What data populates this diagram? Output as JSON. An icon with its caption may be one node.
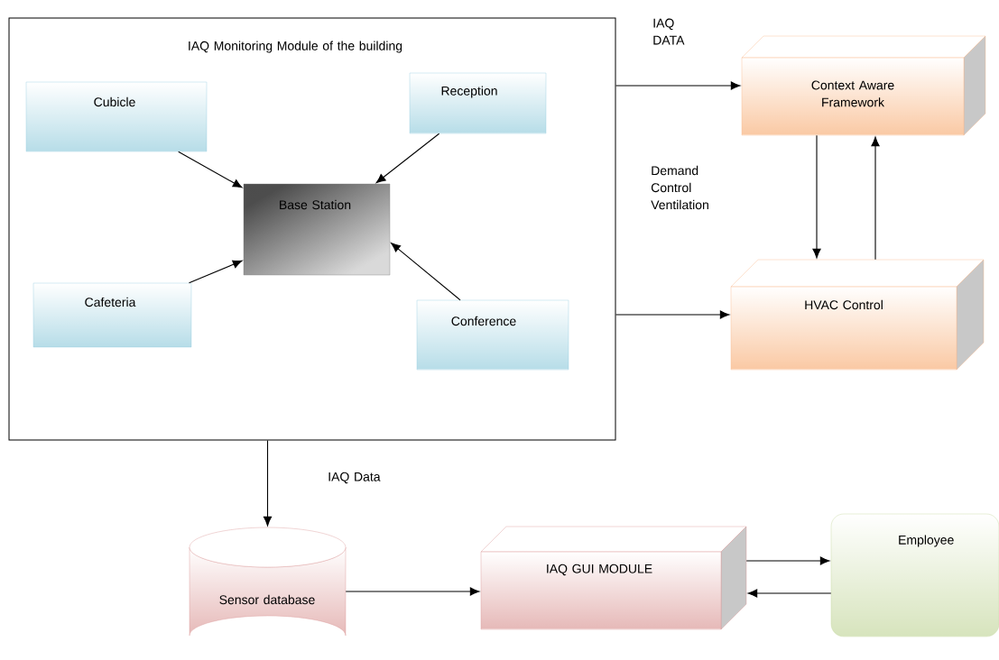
{
  "diagram": {
    "nodes": [
      {
        "text": [
          "IAQ Monitoring Module of the building"
        ]
      },
      {
        "text": [
          "Cubicle"
        ],
        "in": 0
      },
      {
        "text": [
          "Reception"
        ],
        "in": 0
      },
      {
        "text": [
          "Base Station"
        ],
        "in": 0
      },
      {
        "text": [
          "Cafeteria"
        ],
        "in": 0
      },
      {
        "text": [
          "Conference"
        ],
        "in": 0
      },
      {
        "text": [
          "Context Aware Framework"
        ]
      },
      {
        "text": [
          "HVAC Control"
        ]
      },
      {
        "text": [
          "Sensor database"
        ]
      },
      {
        "text": [
          "IAQ GUI MODULE"
        ]
      },
      {
        "text": [
          "Employee"
        ]
      }
    ],
    "edges": [
      {
        "from": 1,
        "to": 3,
        "arrow": "to"
      },
      {
        "from": 2,
        "to": 3,
        "arrow": "to"
      },
      {
        "from": 4,
        "to": 3,
        "arrow": "to"
      },
      {
        "from": 5,
        "to": 3,
        "arrow": "to"
      },
      {
        "from": 0,
        "to": 6,
        "arrow": "to",
        "label": "IAQ DATA"
      },
      {
        "from": 6,
        "to": 7,
        "arrow": "to"
      },
      {
        "from": 7,
        "to": 6,
        "arrow": "to"
      },
      {
        "from": 0,
        "to": 7,
        "arrow": "to"
      },
      {
        "from": 0,
        "to": 8,
        "arrow": "to",
        "label": "IAQ Data"
      },
      {
        "from": 8,
        "to": 9,
        "arrow": "to"
      },
      {
        "from": 9,
        "to": 10,
        "arrow": "to"
      },
      {
        "from": 10,
        "to": 9,
        "arrow": "to"
      }
    ],
    "labels": [
      "Demand Control Ventilation"
    ]
  }
}
